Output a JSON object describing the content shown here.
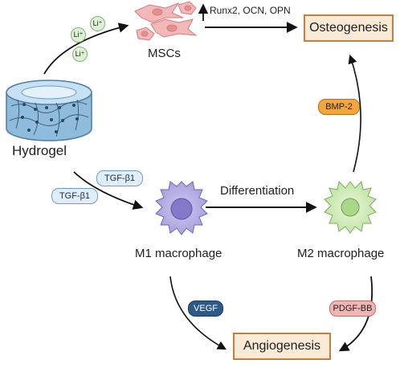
{
  "labels": {
    "mscs": "MSCs",
    "hydrogel": "Hydrogel",
    "differentiation": "Differentiation",
    "m1": "M1 macrophage",
    "m2": "M2 macrophage",
    "markers": "Runx2, OCN, OPN"
  },
  "boxes": {
    "osteogenesis": "Osteogenesis",
    "angiogenesis": "Angiogenesis"
  },
  "pills": {
    "tgf_1": "TGF-β1",
    "tgf_2": "TGF-β1",
    "bmp2": "BMP-2",
    "vegf": "VEGF",
    "pdgf": "PDGF-BB"
  },
  "ions": [
    "Li⁺",
    "Li⁺",
    "Li⁺"
  ],
  "colors": {
    "box_border": "#bf8040",
    "box_fill": "#fbead6",
    "msc_cell": "#f4b8b8",
    "m1_cell": "#b9b4e6",
    "m2_cell": "#d7efc2",
    "hydrogel": "#a9cfe8"
  }
}
